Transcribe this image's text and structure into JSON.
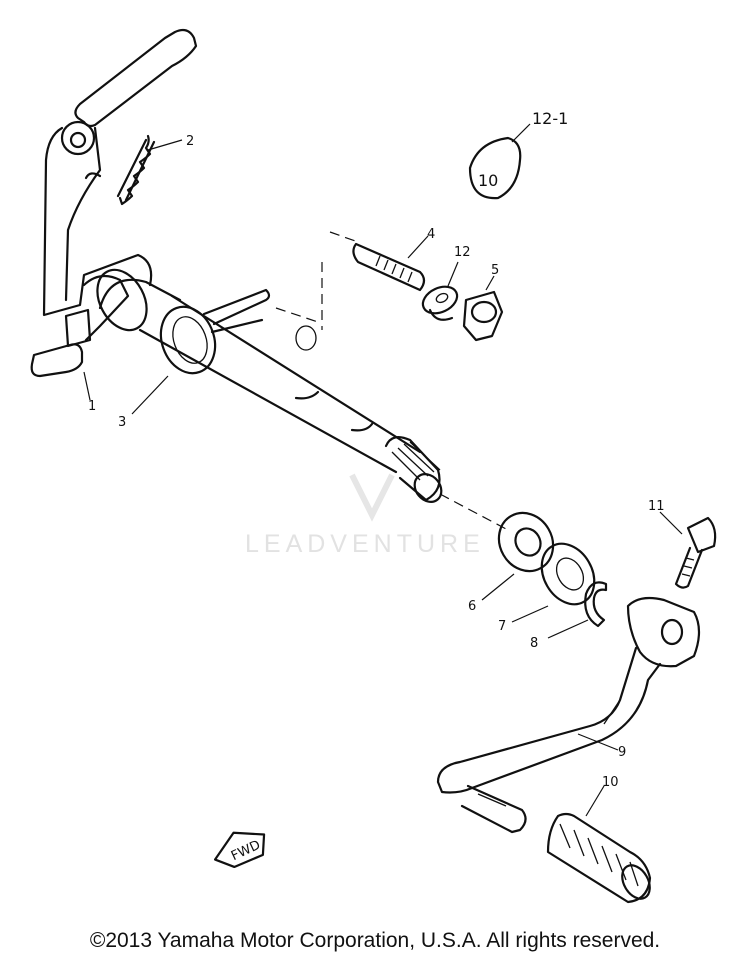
{
  "watermark": "LEADVENTURE",
  "direction_badge": "FWD",
  "callouts": {
    "c1": "1",
    "c2": "2",
    "c3": "3",
    "c4": "4",
    "c5": "5",
    "c6": "6",
    "c7": "7",
    "c8": "8",
    "c9": "9",
    "c10": "10",
    "c11": "11",
    "c12": "12",
    "c12_1": "12-1",
    "washer_mark": "10"
  },
  "copyright": "©2013 Yamaha Motor Corporation, U.S.A. All rights reserved.",
  "colors": {
    "line": "#111111",
    "background": "#ffffff",
    "watermark": "#e2e2e2"
  }
}
